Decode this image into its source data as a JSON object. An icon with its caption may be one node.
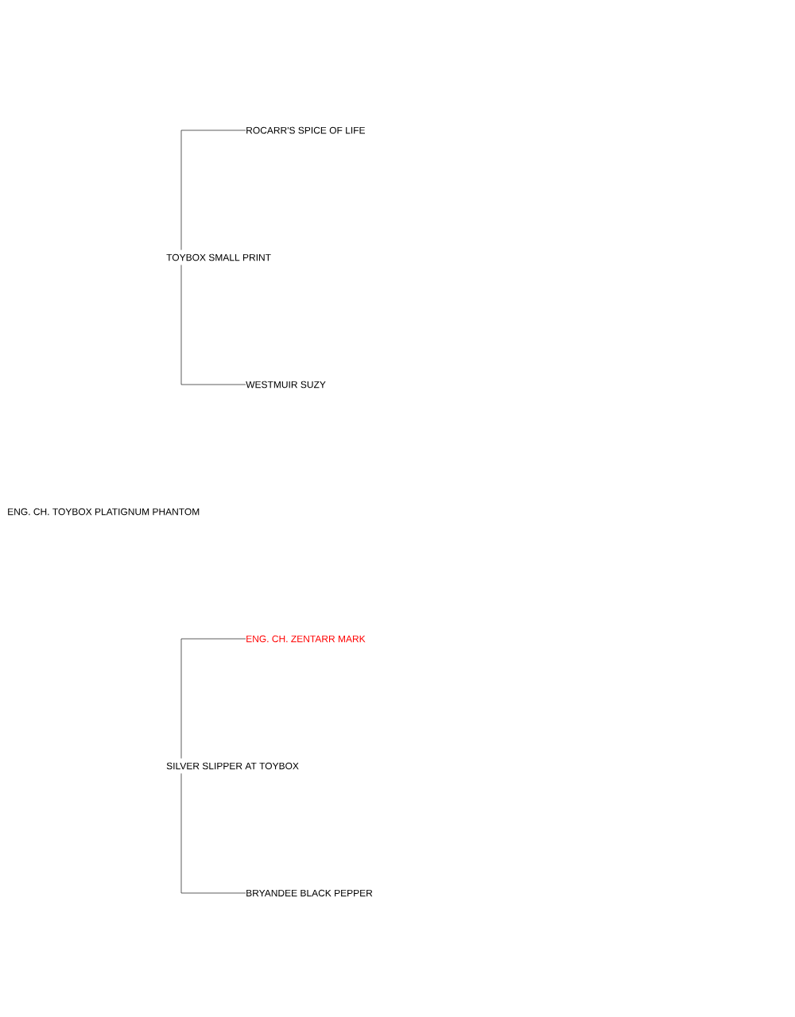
{
  "diagram": {
    "nodes": [
      {
        "text": [
          "ENG. CH. TOYBOX PLATIGNUM PHANTOM"
        ]
      },
      {
        "text": [
          "TOYBOX SMALL PRINT"
        ]
      },
      {
        "text": [
          "ROCARR'S SPICE OF LIFE"
        ]
      },
      {
        "text": [
          "WESTMUIR SUZY"
        ]
      },
      {
        "text": [
          "SILVER SLIPPER AT TOYBOX"
        ]
      },
      {
        "text": [
          "ENG. CH. ZENTARR MARK"
        ]
      },
      {
        "text": [
          "BRYANDEE BLACK PEPPER"
        ]
      }
    ],
    "edges": [
      {
        "from": 1,
        "to": 2,
        "arrow": "none"
      },
      {
        "from": 1,
        "to": 3,
        "arrow": "none"
      },
      {
        "from": 4,
        "to": 5,
        "arrow": "none"
      },
      {
        "from": 4,
        "to": 6,
        "arrow": "none"
      }
    ]
  }
}
